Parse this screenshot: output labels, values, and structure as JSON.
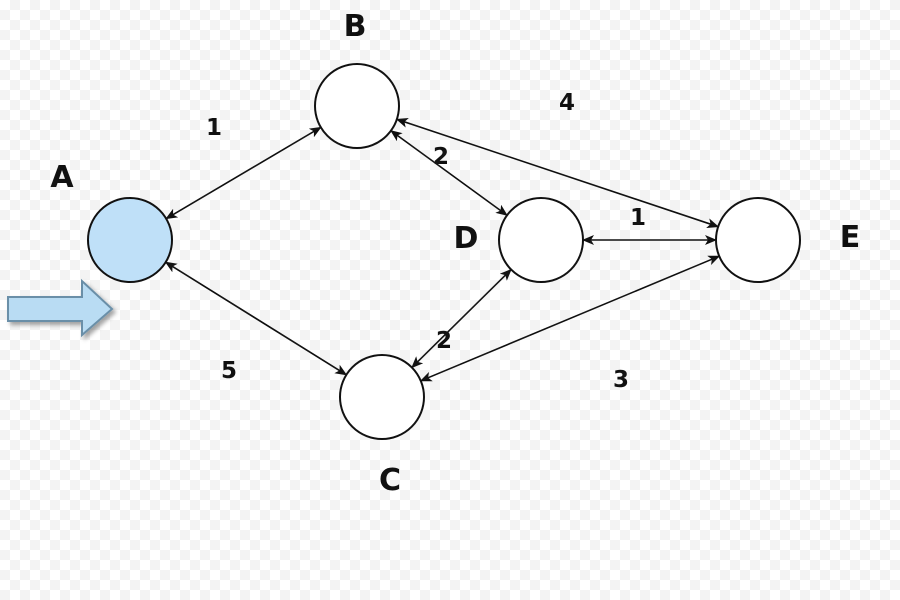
{
  "graph": {
    "nodes": [
      {
        "id": "A",
        "label": "A",
        "highlighted": true
      },
      {
        "id": "B",
        "label": "B",
        "highlighted": false
      },
      {
        "id": "C",
        "label": "C",
        "highlighted": false
      },
      {
        "id": "D",
        "label": "D",
        "highlighted": false
      },
      {
        "id": "E",
        "label": "E",
        "highlighted": false
      }
    ],
    "edges": [
      {
        "from": "A",
        "to": "B",
        "weight": "1",
        "direction": "bidirectional"
      },
      {
        "from": "A",
        "to": "C",
        "weight": "5",
        "direction": "bidirectional"
      },
      {
        "from": "B",
        "to": "D",
        "weight": "2",
        "direction": "bidirectional"
      },
      {
        "from": "B",
        "to": "E",
        "weight": "4",
        "direction": "bidirectional"
      },
      {
        "from": "C",
        "to": "D",
        "weight": "2",
        "direction": "bidirectional"
      },
      {
        "from": "C",
        "to": "E",
        "weight": "3",
        "direction": "bidirectional"
      },
      {
        "from": "D",
        "to": "E",
        "weight": "1",
        "direction": "bidirectional"
      }
    ],
    "start_node": "A",
    "colors": {
      "highlight_fill": "#bfe0f8",
      "node_fill": "#ffffff",
      "stroke": "#111111",
      "start_arrow_fill": "#b9dcf3",
      "start_arrow_stroke": "#6a8fa8"
    }
  }
}
